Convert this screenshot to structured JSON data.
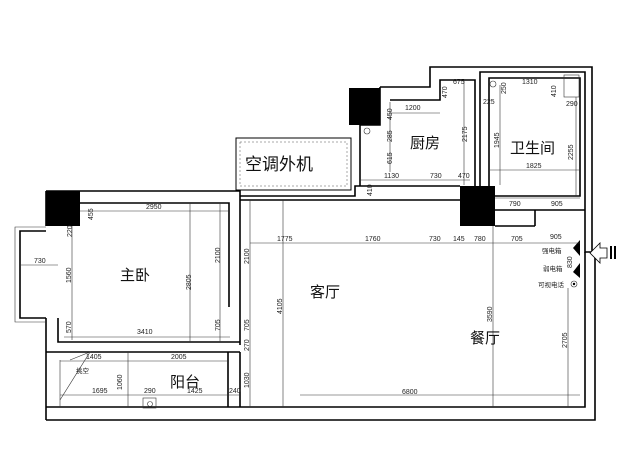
{
  "rooms": {
    "master_bedroom": "主卧",
    "living_room": "客厅",
    "dining_room": "餐厅",
    "kitchen": "厨房",
    "bathroom": "卫生间",
    "balcony": "阳台",
    "ac_unit": "空调外机"
  },
  "annotations": {
    "strong_box": "强电箱",
    "weak_box": "弱电箱",
    "video_phone": "可视电话",
    "hollow": "挑空"
  },
  "dimensions": {
    "bedroom": [
      "2950",
      "455",
      "220",
      "730",
      "1560",
      "2805",
      "2100",
      "570",
      "3410",
      "705"
    ],
    "living": [
      "1775",
      "1760",
      "730",
      "145",
      "780",
      "705",
      "905",
      "2100",
      "4105",
      "705",
      "270",
      "1030",
      "3590",
      "2705",
      "6800",
      "830"
    ],
    "balcony": [
      "1405",
      "2005",
      "1695",
      "1060",
      "290",
      "1425",
      "240"
    ],
    "kitchen": [
      "675",
      "470",
      "1200",
      "450",
      "285",
      "615",
      "2175",
      "1130",
      "730",
      "470",
      "410"
    ],
    "bathroom": [
      "250",
      "1310",
      "225",
      "410",
      "290",
      "1945",
      "2255",
      "1825",
      "790",
      "905"
    ]
  }
}
